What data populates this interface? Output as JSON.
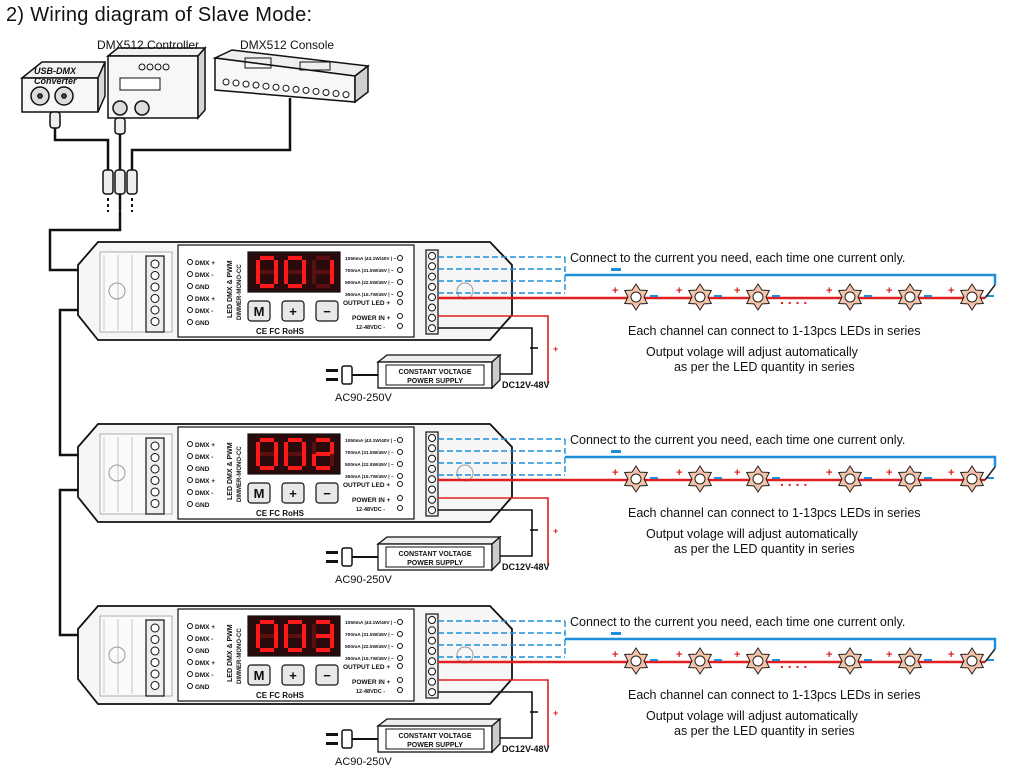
{
  "title": "2) Wiring diagram of Slave Mode:",
  "top_devices": {
    "converter_label": "USB-DMX Converter",
    "controller_label": "DMX512 Controller",
    "console_label": "DMX512 Console"
  },
  "driver_common": {
    "left_terminals": [
      "DMX +",
      "DMX -",
      "GND",
      "DMX +",
      "DMX -",
      "GND"
    ],
    "product_name": "LED DMX & PWM",
    "product_sub": "DIMMER-MONO-CC",
    "buttons": [
      "M",
      "+",
      "−"
    ],
    "cert": "CE FC RoHS",
    "current_options": [
      "1050mA |43.1W/40V | −",
      "700mA |31.5W/45V | −",
      "500mA |22.5W/45V | −",
      "350mA |15.7W/45V | −"
    ],
    "output_led": "OUTPUT LED +",
    "power_in": "POWER IN +",
    "power_range": "12-48VDC -"
  },
  "units": [
    {
      "display": "001"
    },
    {
      "display": "002"
    },
    {
      "display": "003"
    }
  ],
  "power_supply": {
    "line1": "CONSTANT VOLTAGE",
    "line2": "POWER SUPPLY",
    "ac_label": "AC90-250V",
    "dc_label": "DC12V-48V"
  },
  "notes": {
    "connect": "Connect to the current you need,  each time one current only.",
    "channel": "Each channel can connect to 1-13pcs LEDs in series",
    "voltage1": "Output volage will adjust automatically",
    "voltage2": "as per the LED quantity in series"
  },
  "colors": {
    "dmx_wire": "#111111",
    "red_wire": "#e02020",
    "blue_wire": "#1e8fd8",
    "led_body": "#f5c4a8",
    "display_red": "#ff1a1a"
  }
}
